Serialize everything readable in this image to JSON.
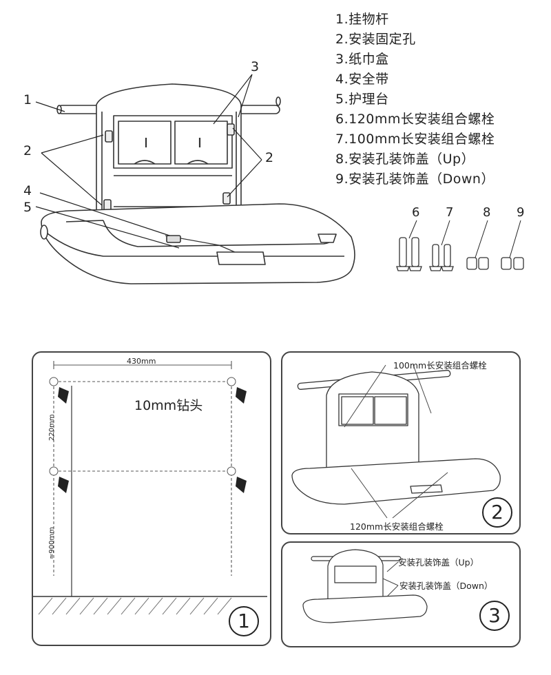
{
  "legend": [
    "1.挂物杆",
    "2.安装固定孔",
    "3.纸巾盒",
    "4.安全带",
    "5.护理台",
    "6.120mm长安装组合螺栓",
    "7.100mm长安装组合螺栓",
    "8.安装孔装饰盖（Up）",
    "9.安装孔装饰盖（Down）"
  ],
  "main_callouts": {
    "c1": "1",
    "c2_left": "2",
    "c2_right": "2",
    "c3": "3",
    "c4": "4",
    "c5": "5"
  },
  "parts": {
    "p6": "6",
    "p7": "7",
    "p8": "8",
    "p9": "9"
  },
  "step1": {
    "width_label": "430mm",
    "drill_label": "10mm钻头",
    "height_label": "220mm",
    "floor_label": "≈900mm",
    "step_number": "1"
  },
  "step2": {
    "bolt100_label": "100mm长安装组合螺栓",
    "bolt120_label": "120mm长安装组合螺栓",
    "step_number": "2"
  },
  "step3": {
    "cap_up_label": "安装孔装饰盖（Up）",
    "cap_down_label": "安装孔装饰盖（Down）",
    "step_number": "3"
  }
}
